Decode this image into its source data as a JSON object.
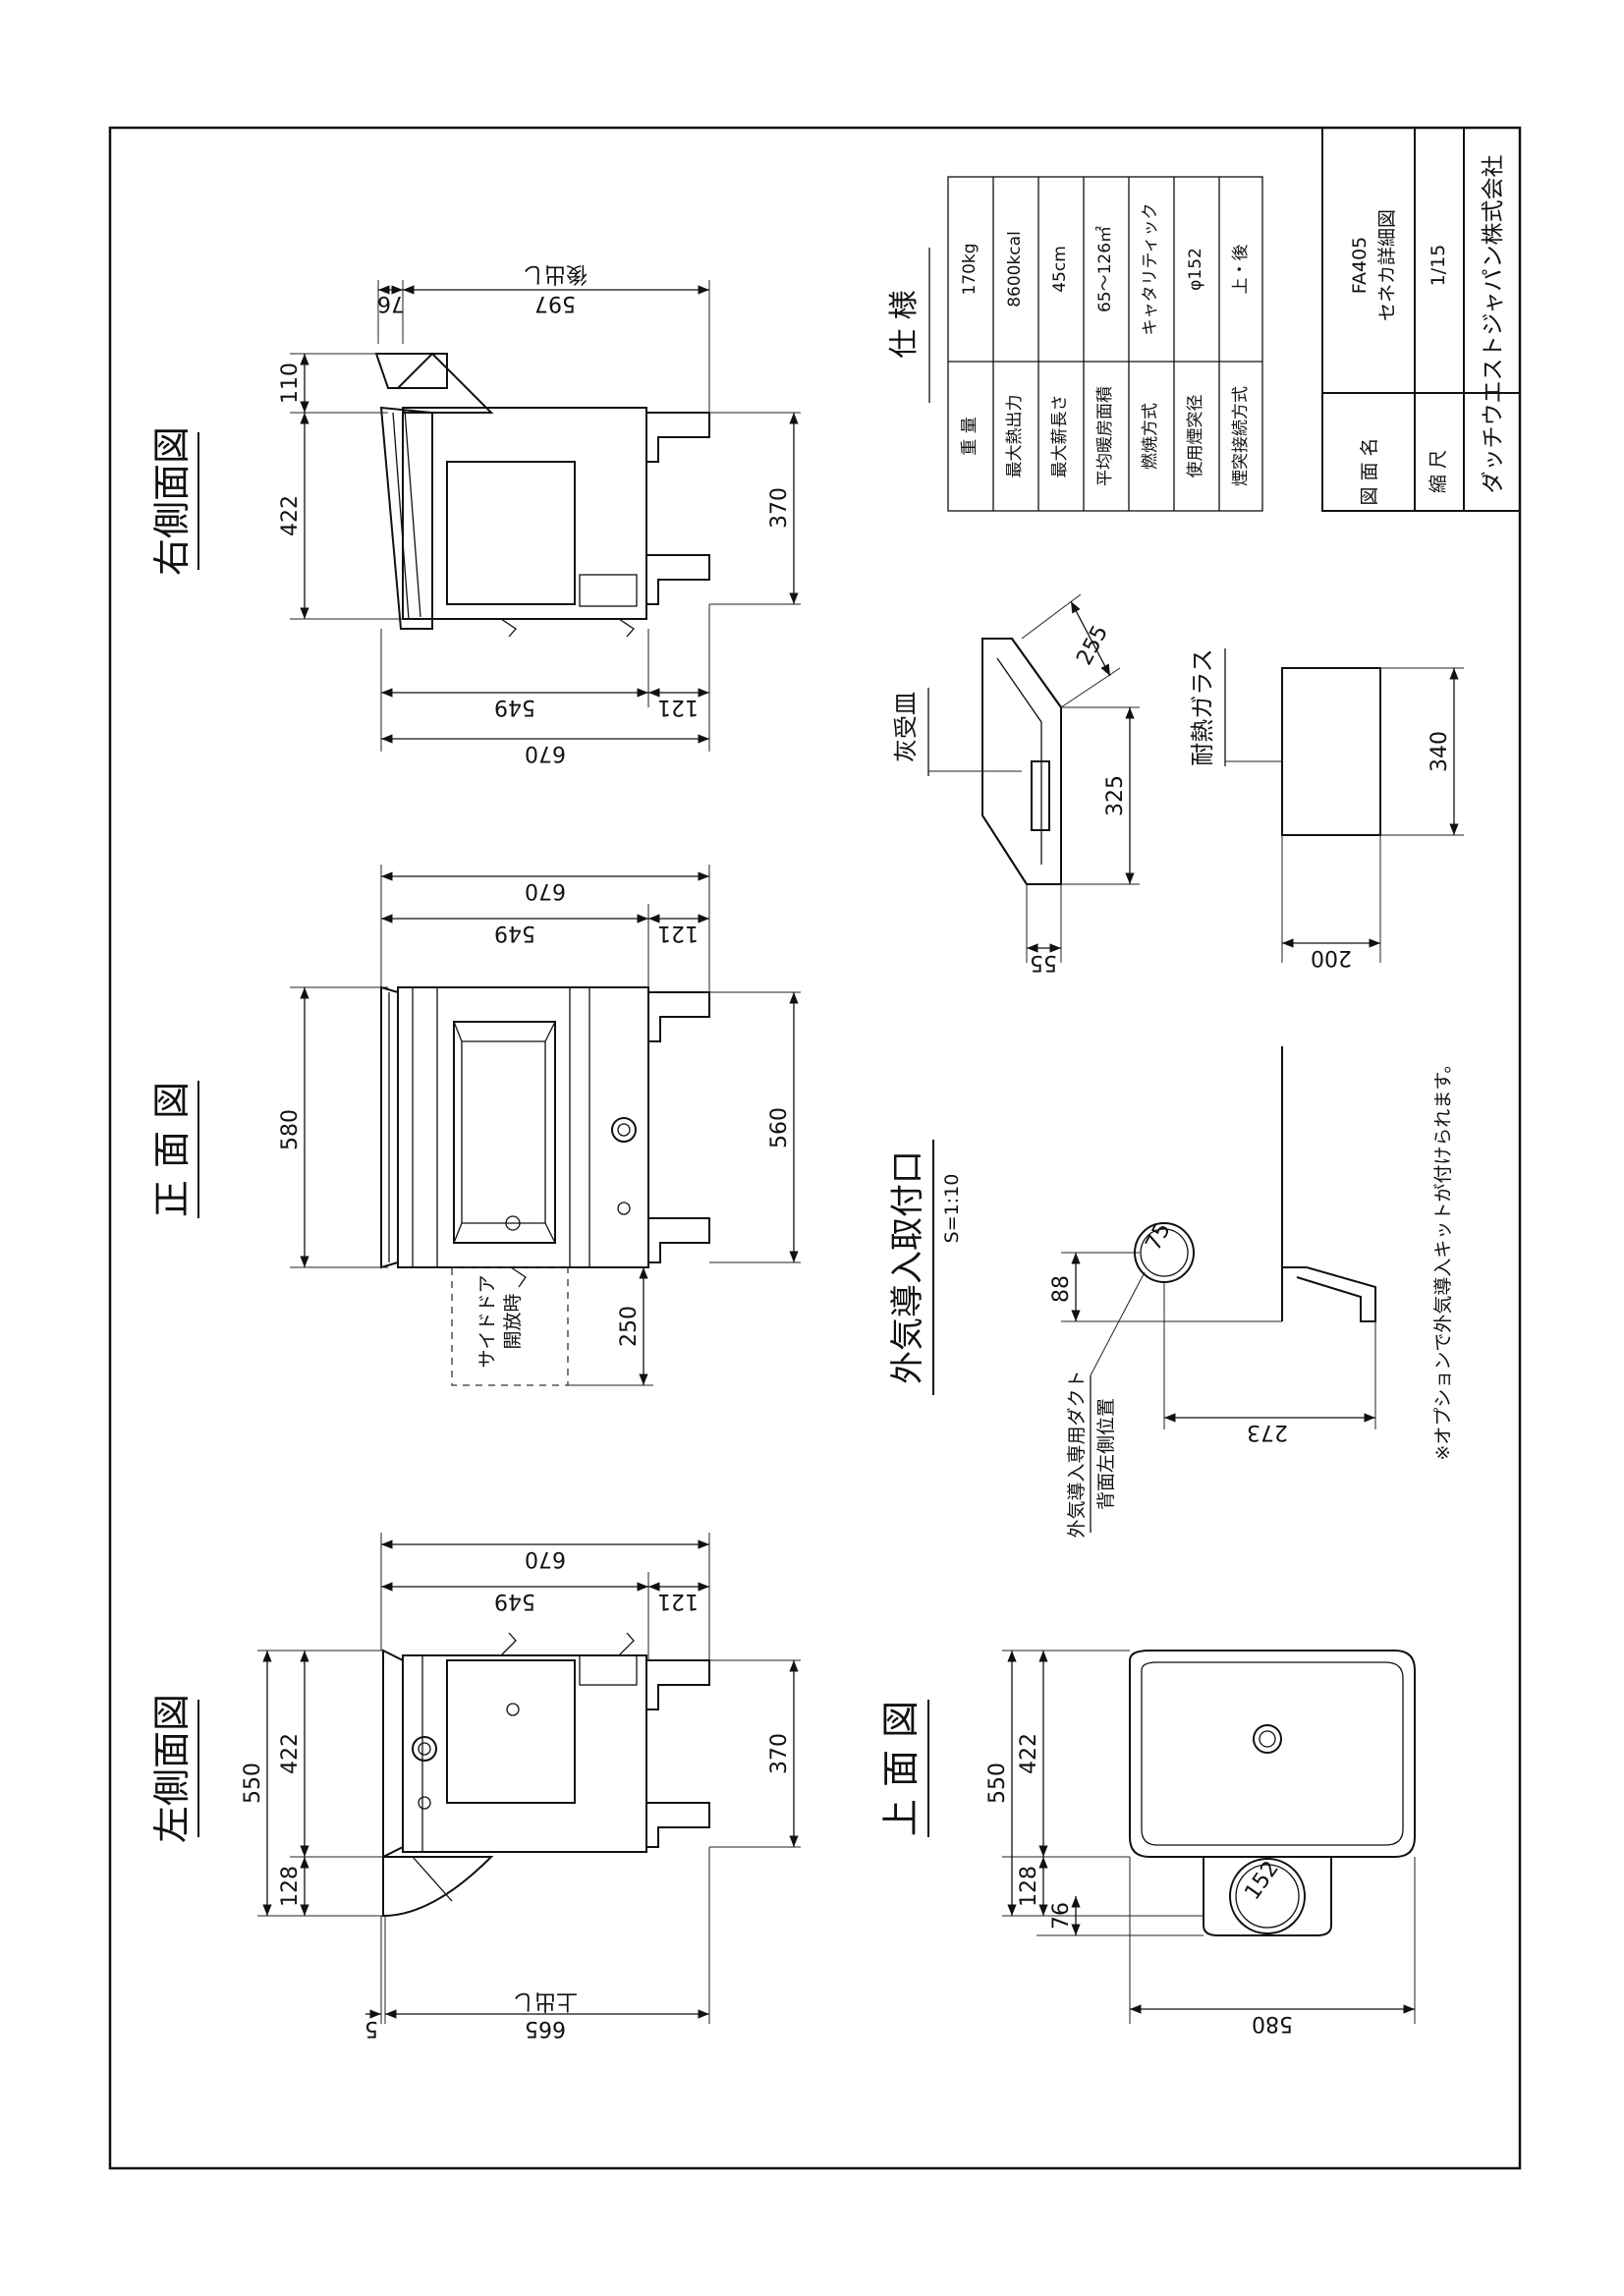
{
  "views": {
    "right_side": {
      "title": "右側面図",
      "rear_out": "後出し",
      "dims": {
        "d76": "76",
        "d597": "597",
        "d110": "110",
        "d422": "422",
        "d370": "370",
        "d549": "549",
        "d121": "121",
        "d670": "670"
      }
    },
    "front": {
      "title": "正 面 図",
      "side_door": "サイドドア",
      "side_door_open": "開放時",
      "dims": {
        "d670": "670",
        "d549": "549",
        "d121": "121",
        "d580": "580",
        "d560": "560",
        "d250": "250"
      }
    },
    "left_side": {
      "title": "左側面図",
      "top_out": "上出し",
      "dims": {
        "d670": "670",
        "d549": "549",
        "d121": "121",
        "d550": "550",
        "d422": "422",
        "d128": "128",
        "d370": "370",
        "d665": "665",
        "d5": "5"
      }
    },
    "top": {
      "title": "上 面 図",
      "dims": {
        "d550": "550",
        "d422": "422",
        "d128": "128",
        "d76": "76",
        "d580": "580",
        "d152": "152"
      }
    },
    "intake": {
      "title": "外気導入取付口",
      "scale": "S=1:10",
      "duct_label": "外気導入専用ダクト",
      "duct_position": "背面左側位置",
      "dims": {
        "d88": "88",
        "d75": "75",
        "d273": "273"
      }
    },
    "ash_tray": {
      "title": "灰受皿",
      "dims": {
        "d255": "255",
        "d325": "325",
        "d55": "55"
      }
    },
    "glass": {
      "title": "耐熱ガラス",
      "dims": {
        "d340": "340",
        "d200": "200"
      }
    },
    "note": "※オプションで外気導入キットが付けられます。"
  },
  "spec": {
    "title": "仕 様",
    "rows": [
      {
        "label": "重 量",
        "value": "170kg"
      },
      {
        "label": "最大熱出力",
        "value": "8600kcal"
      },
      {
        "label": "最大薪長さ",
        "value": "45cm"
      },
      {
        "label": "平均暖房面積",
        "value": "65〜126㎡"
      },
      {
        "label": "燃焼方式",
        "value": "キャタリティック"
      },
      {
        "label": "使用煙突径",
        "value": "φ152"
      },
      {
        "label": "煙突接続方式",
        "value": "上・後"
      }
    ]
  },
  "title_block": {
    "drawing_name_label": "図 面 名",
    "drawing_name": "FA405",
    "drawing_subtitle": "セネカ詳細図",
    "scale_label": "縮 尺",
    "scale": "1/15",
    "company": "ダッチウエストジャパン株式会社"
  }
}
